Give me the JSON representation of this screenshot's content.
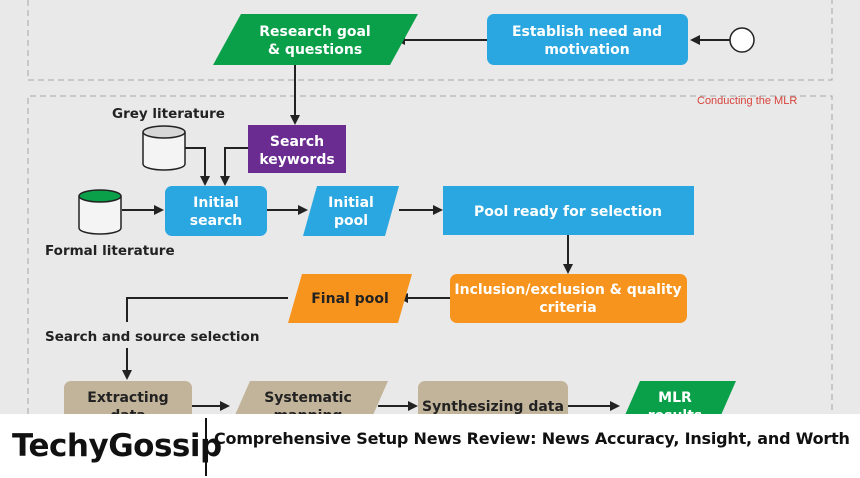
{
  "diagram": {
    "section_label": "Conducting the MLR",
    "nodes": {
      "research_goal": [
        "Research goal",
        "& questions"
      ],
      "establish_need": [
        "Establish need and",
        "motivation"
      ],
      "search_keywords": [
        "Search",
        "keywords"
      ],
      "initial_search": [
        "Initial",
        "search"
      ],
      "initial_pool": [
        "Initial",
        "pool"
      ],
      "pool_ready": "Pool ready for selection",
      "inclusion_exclusion": [
        "Inclusion/exclusion & quality",
        "criteria"
      ],
      "final_pool": "Final pool",
      "extracting_data": [
        "Extracting",
        "data"
      ],
      "systematic_mapping": [
        "Systematic",
        "mapping"
      ],
      "synthesizing_data": "Synthesizing data",
      "mlr_results": [
        "MLR",
        "results"
      ]
    },
    "labels": {
      "grey_literature": "Grey literature",
      "formal_literature": "Formal literature",
      "search_source_selection": "Search and source selection"
    },
    "colors": {
      "blue": "#2aa7e0",
      "green": "#0aa04a",
      "purple": "#6a2c91",
      "orange": "#f7941d",
      "tan": "#c2b49a"
    }
  },
  "banner": {
    "brand": "TechyGossip",
    "headline": "Comprehensive Setup News Review: News Accuracy, Insight, and Worth"
  }
}
